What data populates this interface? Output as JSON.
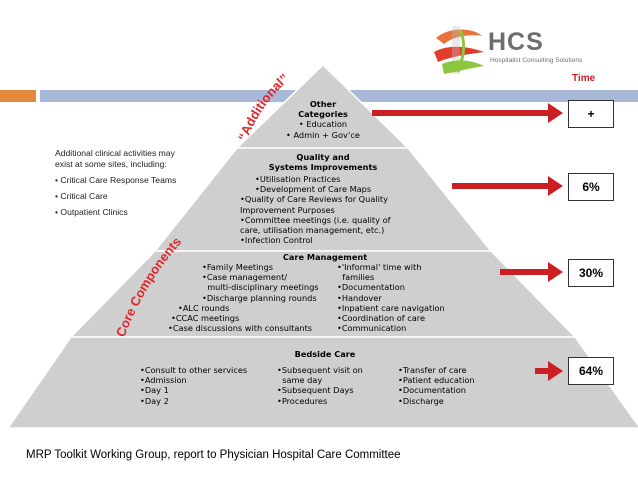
{
  "logo": {
    "name": "HCS",
    "subtitle": "Hospitalist Consulting Solutions"
  },
  "time_label": "Time",
  "arc_labels": {
    "additional": "“Additional”",
    "core": "Core Components"
  },
  "side_note": {
    "intro_line1": "Additional clinical activities may",
    "intro_line2": "exist at some sites, including:",
    "items": [
      "• Critical Care Response Teams",
      "• Critical Care",
      "• Outpatient Clinics"
    ]
  },
  "tiers": {
    "other": {
      "title1": "Other",
      "title2": "Categories",
      "items": [
        "• Education",
        "• Admin + Gov’ce"
      ]
    },
    "quality": {
      "title1": "Quality and",
      "title2": "Systems Improvements",
      "lines": [
        "•Utilisation Practices",
        "•Development of Care Maps",
        "•Quality of Care Reviews for Quality",
        "Improvement Purposes",
        "•Committee meetings (i.e. quality of",
        "care, utilisation management, etc.)",
        "•Infection Control"
      ]
    },
    "care": {
      "title": "Care Management",
      "left": [
        "•Family Meetings",
        "•Case management/",
        "  multi-disciplinary meetings",
        "•Discharge planning rounds",
        "•ALC rounds",
        "•CCAC meetings",
        "•Case discussions with consultants"
      ],
      "right": [
        "•'Informal' time with",
        "  families",
        "•Documentation",
        "•Handover",
        "•Inpatient care navigation",
        "•Coordination of care",
        "•Communication"
      ]
    },
    "bedside": {
      "title": "Bedside Care",
      "col1": [
        "•Consult to other services",
        "•Admission",
        "•Day 1",
        "•Day 2"
      ],
      "col2": [
        "•Subsequent visit on",
        "  same day",
        "•Subsequent Days",
        "•Procedures"
      ],
      "col3": [
        "•Transfer of care",
        "•Patient education",
        "•Documentation",
        "•Discharge"
      ]
    }
  },
  "time_boxes": [
    "+",
    "6%",
    "30%",
    "64%"
  ],
  "footer": "MRP Toolkit Working Group, report to Physician Hospital Care Committee",
  "colors": {
    "accent_red": "#cc1f24",
    "arc_text": "#e0272b",
    "pyramid_fill": "#cfcfcf",
    "band_blue": "#a7b9d6",
    "band_orange": "#e58b3b",
    "logo_orange": "#e8743b",
    "logo_green": "#8dc63f",
    "logo_text": "#6d6e70"
  }
}
